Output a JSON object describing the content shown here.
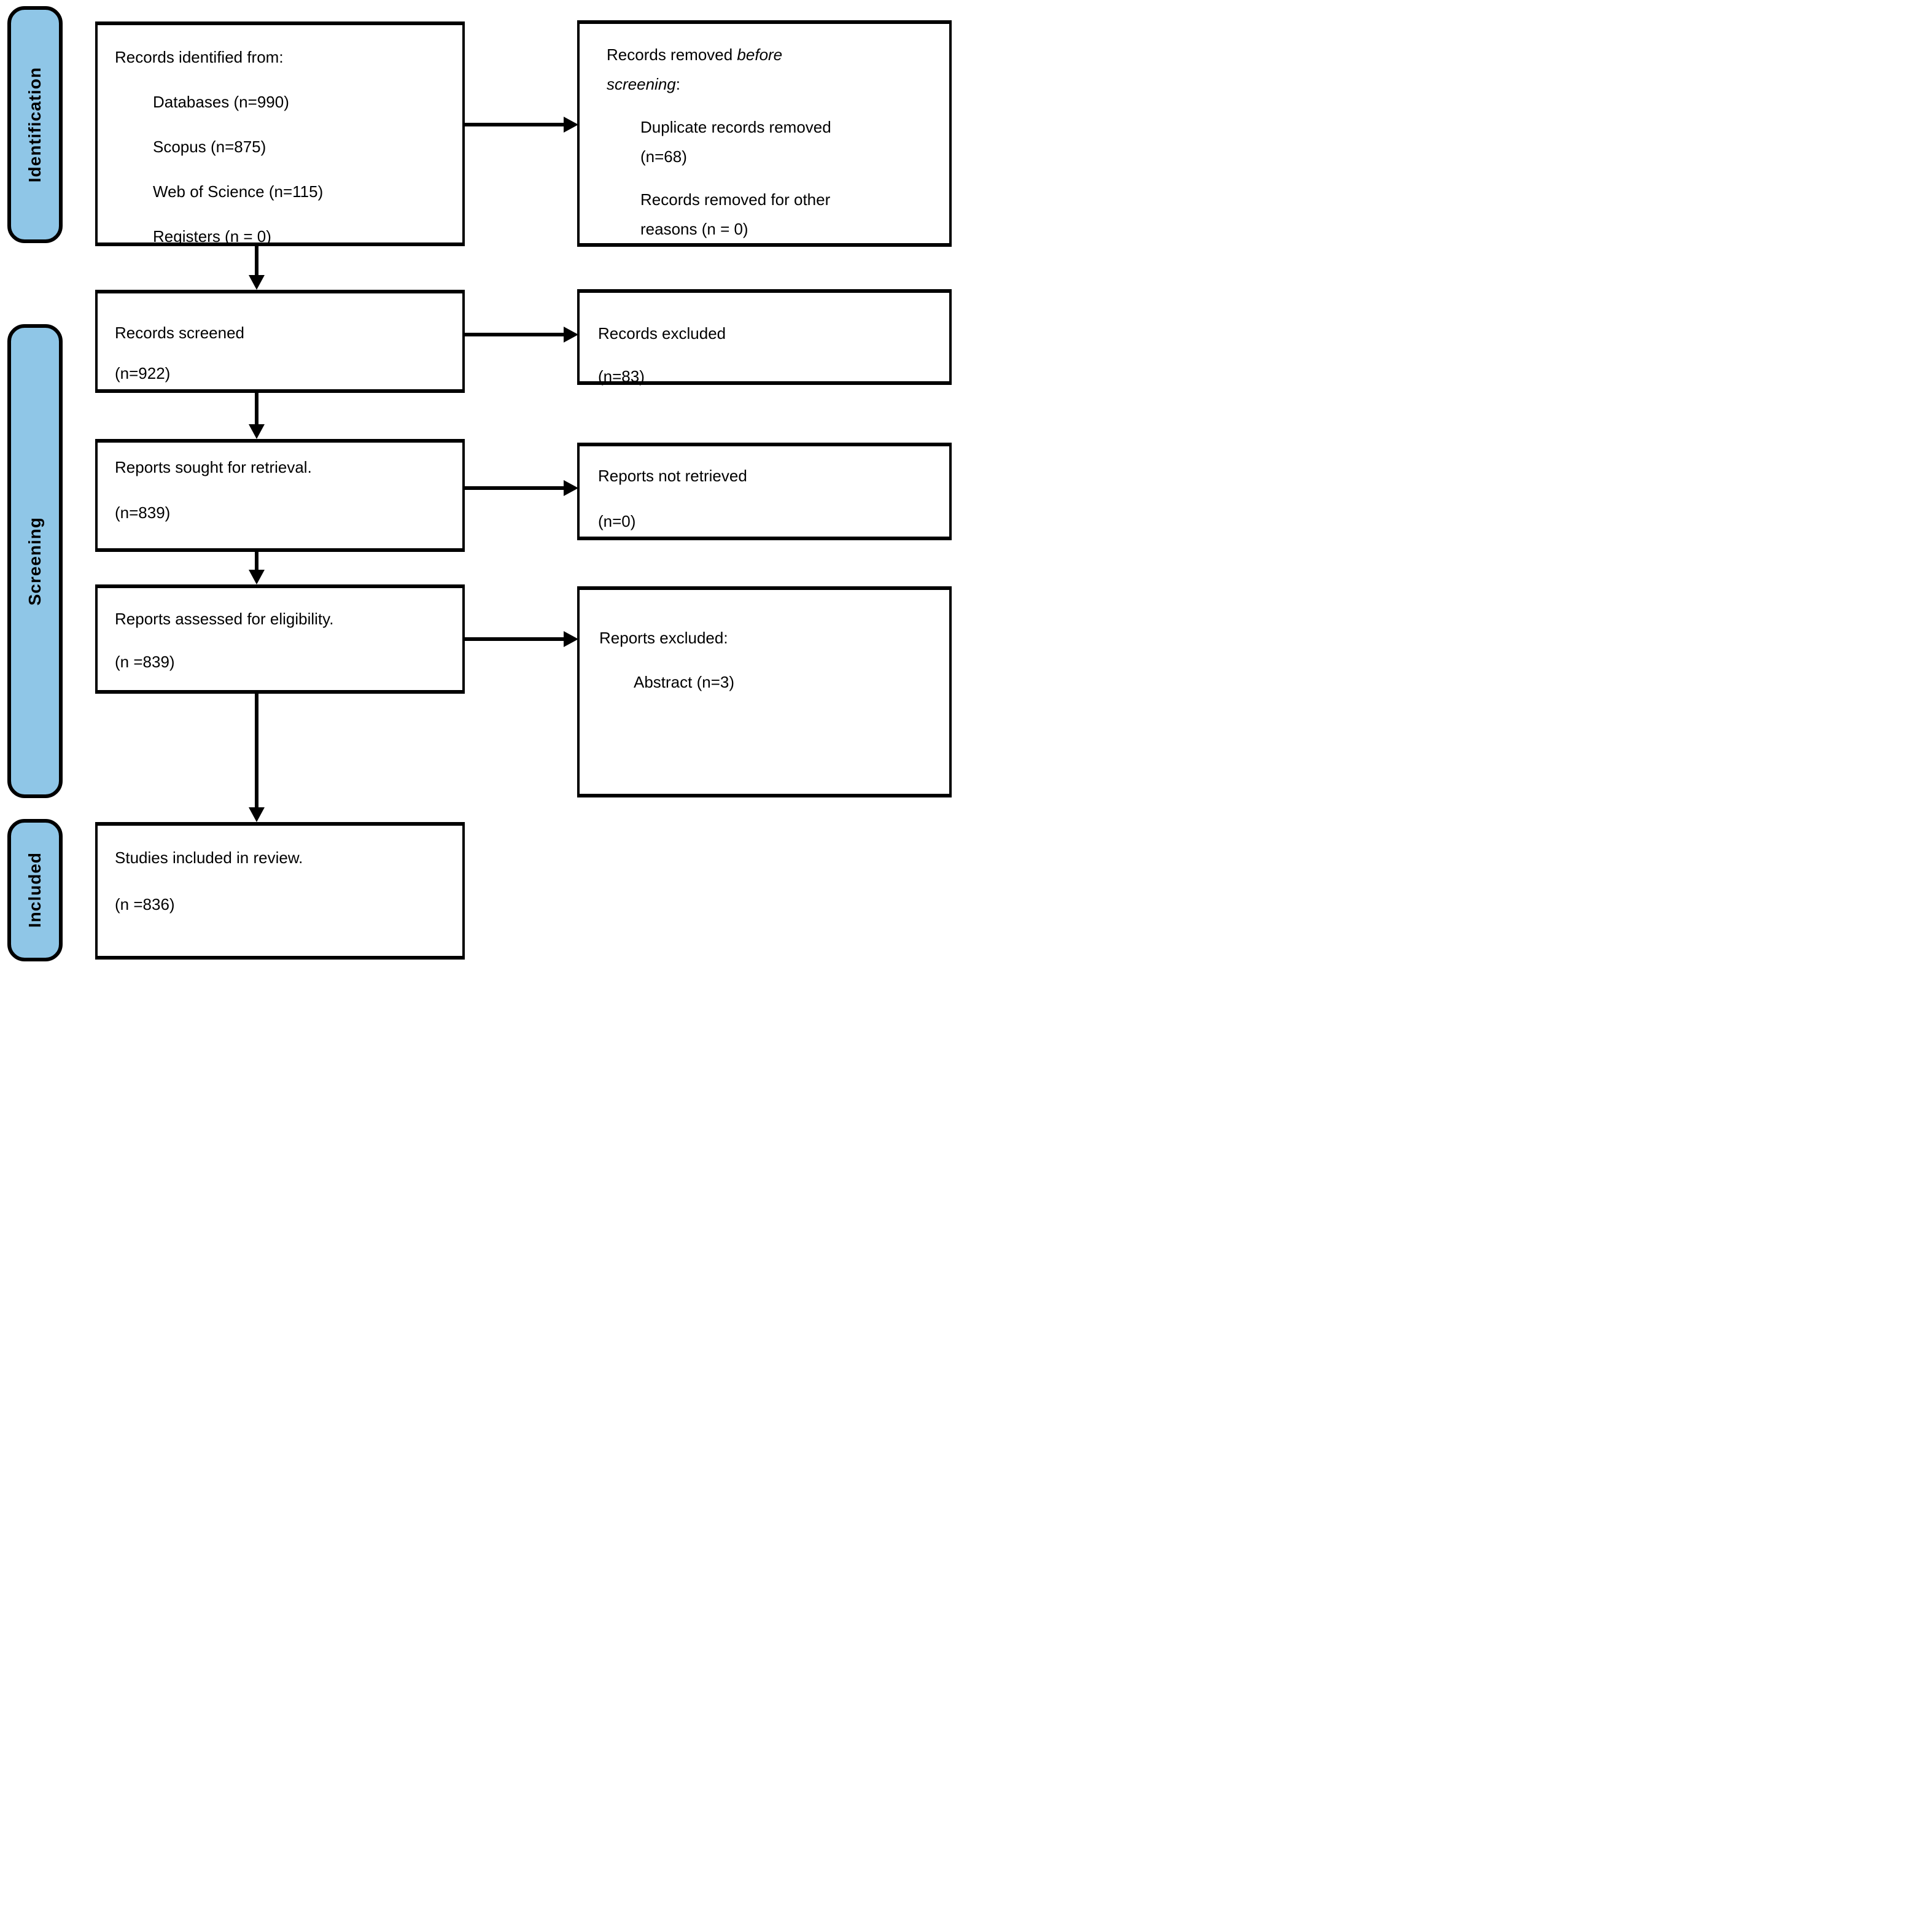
{
  "palette": {
    "stage_fill": "#8FC6E7",
    "stage_border": "#000000",
    "box_border": "#000000",
    "box_fill": "#FFFFFF",
    "text_color": "#000000",
    "arrow_color": "#000000",
    "background": "#FFFFFF"
  },
  "stages": {
    "identification": {
      "label": "Identification"
    },
    "screening": {
      "label": "Screening"
    },
    "included": {
      "label": "Included"
    }
  },
  "boxes": {
    "identified": {
      "lines": [
        "Records identified from:",
        "Databases (n=990)",
        "Scopus (n=875)",
        "Web of Science (n=115)",
        "Registers (n = 0)"
      ]
    },
    "removed": {
      "title": {
        "regular1": "Records removed ",
        "italic1": "before",
        "italic2": "screening",
        "regular2": ":"
      },
      "items": [
        [
          "Duplicate records removed",
          "(n=68)"
        ],
        [
          "Records removed for other",
          "reasons (n = 0)"
        ]
      ]
    },
    "screened": {
      "lines": [
        "Records screened",
        "(n=922)"
      ]
    },
    "excluded": {
      "lines": [
        "Records excluded",
        "(n=83)"
      ]
    },
    "sought": {
      "lines": [
        "Reports sought for retrieval.",
        "(n=839)"
      ]
    },
    "not_retrieved": {
      "lines": [
        "Reports not retrieved",
        "(n=0)"
      ]
    },
    "assessed": {
      "lines": [
        "Reports assessed for eligibility.",
        "(n =839)"
      ]
    },
    "reports_excluded": {
      "lines": [
        "Reports excluded:",
        "Abstract (n=3)"
      ]
    },
    "included_in_review": {
      "lines": [
        "Studies included in review.",
        "(n =836)"
      ]
    }
  }
}
